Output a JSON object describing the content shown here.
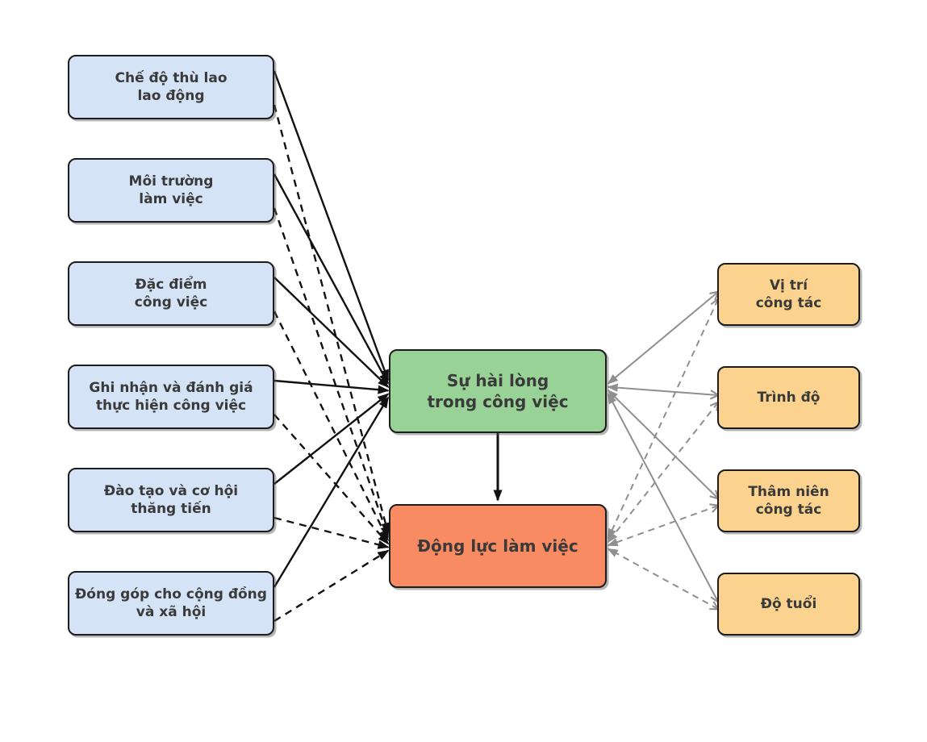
{
  "diagram": {
    "title": "",
    "left_nodes": [
      {
        "id": "left-1",
        "label": "Chế độ thù lao\nlao động"
      },
      {
        "id": "left-2",
        "label": "Môi trường\nlàm việc"
      },
      {
        "id": "left-3",
        "label": "Đặc điểm\ncông việc"
      },
      {
        "id": "left-4",
        "label": "Ghi nhận và đánh giá\nthực hiện công việc"
      },
      {
        "id": "left-5",
        "label": "Đào tạo và cơ hội\nthăng tiến"
      },
      {
        "id": "left-6",
        "label": "Đóng góp cho cộng đồng\nvà xã hội"
      }
    ],
    "center_nodes": [
      {
        "id": "satisfaction",
        "label": "Sự hài lòng\ntrong công việc"
      },
      {
        "id": "motivation",
        "label": "Động lực làm việc"
      }
    ],
    "right_nodes": [
      {
        "id": "right-1",
        "label": "Vị trí\ncông tác"
      },
      {
        "id": "right-2",
        "label": "Trình độ"
      },
      {
        "id": "right-3",
        "label": "Thâm niên\ncông tác"
      },
      {
        "id": "right-4",
        "label": "Độ tuổi"
      }
    ],
    "edges": [
      {
        "from": "left-1",
        "to": "satisfaction",
        "line": "solid",
        "color": "black"
      },
      {
        "from": "left-2",
        "to": "satisfaction",
        "line": "solid",
        "color": "black"
      },
      {
        "from": "left-3",
        "to": "satisfaction",
        "line": "solid",
        "color": "black"
      },
      {
        "from": "left-4",
        "to": "satisfaction",
        "line": "solid",
        "color": "black"
      },
      {
        "from": "left-5",
        "to": "satisfaction",
        "line": "solid",
        "color": "black"
      },
      {
        "from": "left-6",
        "to": "satisfaction",
        "line": "solid",
        "color": "black"
      },
      {
        "from": "left-1",
        "to": "motivation",
        "line": "dashed",
        "color": "black"
      },
      {
        "from": "left-2",
        "to": "motivation",
        "line": "dashed",
        "color": "black"
      },
      {
        "from": "left-3",
        "to": "motivation",
        "line": "dashed",
        "color": "black"
      },
      {
        "from": "left-4",
        "to": "motivation",
        "line": "dashed",
        "color": "black"
      },
      {
        "from": "left-5",
        "to": "motivation",
        "line": "dashed",
        "color": "black"
      },
      {
        "from": "left-6",
        "to": "motivation",
        "line": "dashed",
        "color": "black"
      },
      {
        "from": "satisfaction",
        "to": "motivation",
        "line": "solid",
        "color": "black"
      },
      {
        "from": "right-1",
        "to": "satisfaction",
        "line": "solid",
        "color": "gray"
      },
      {
        "from": "right-2",
        "to": "satisfaction",
        "line": "solid",
        "color": "gray"
      },
      {
        "from": "right-3",
        "to": "satisfaction",
        "line": "solid",
        "color": "gray"
      },
      {
        "from": "right-4",
        "to": "satisfaction",
        "line": "solid",
        "color": "gray"
      },
      {
        "from": "right-1",
        "to": "motivation",
        "line": "dashed",
        "color": "gray"
      },
      {
        "from": "right-2",
        "to": "motivation",
        "line": "dashed",
        "color": "gray"
      },
      {
        "from": "right-3",
        "to": "motivation",
        "line": "dashed",
        "color": "gray"
      },
      {
        "from": "right-4",
        "to": "motivation",
        "line": "dashed",
        "color": "gray"
      }
    ],
    "colors": {
      "left_fill": "#d5e3f6",
      "satisfaction_fill": "#99d296",
      "motivation_fill": "#f98b63",
      "right_fill": "#fbd38f",
      "border": "#1c1c1c",
      "black_line": "#111111",
      "gray_line": "#8f8f8f",
      "text": "#3a3a3a",
      "background": "#ffffff"
    }
  }
}
